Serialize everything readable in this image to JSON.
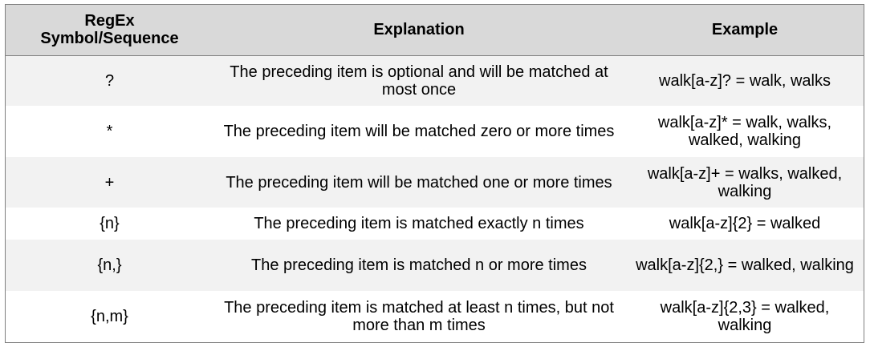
{
  "table": {
    "headers": {
      "symbol_line1": "RegEx",
      "symbol_line2": "Symbol/Sequence",
      "explanation": "Explanation",
      "example": "Example"
    },
    "rows": [
      {
        "symbol": "?",
        "explanation": "The preceding item is optional and will be matched at most once",
        "example": "walk[a-z]? = walk, walks"
      },
      {
        "symbol": "*",
        "explanation": "The preceding item will be matched zero or more times",
        "example": "walk[a-z]* = walk, walks, walked, walking"
      },
      {
        "symbol": "+",
        "explanation": "The preceding item will be matched one or more times",
        "example": "walk[a-z]+ = walks, walked, walking"
      },
      {
        "symbol": "{n}",
        "explanation": "The preceding item is matched exactly n times",
        "example": "walk[a-z]{2} = walked"
      },
      {
        "symbol": "{n,}",
        "explanation": "The preceding item is matched n or more times",
        "example": "walk[a-z]{2,} = walked, walking"
      },
      {
        "symbol": "{n,m}",
        "explanation": "The preceding item is matched at least n times, but not more than m times",
        "example": "walk[a-z]{2,3} = walked, walking"
      }
    ]
  },
  "colors": {
    "header_bg": "#d9d9d9",
    "odd_row_bg": "#f2f2f2",
    "even_row_bg": "#ffffff",
    "border": "#7f7f7f"
  }
}
